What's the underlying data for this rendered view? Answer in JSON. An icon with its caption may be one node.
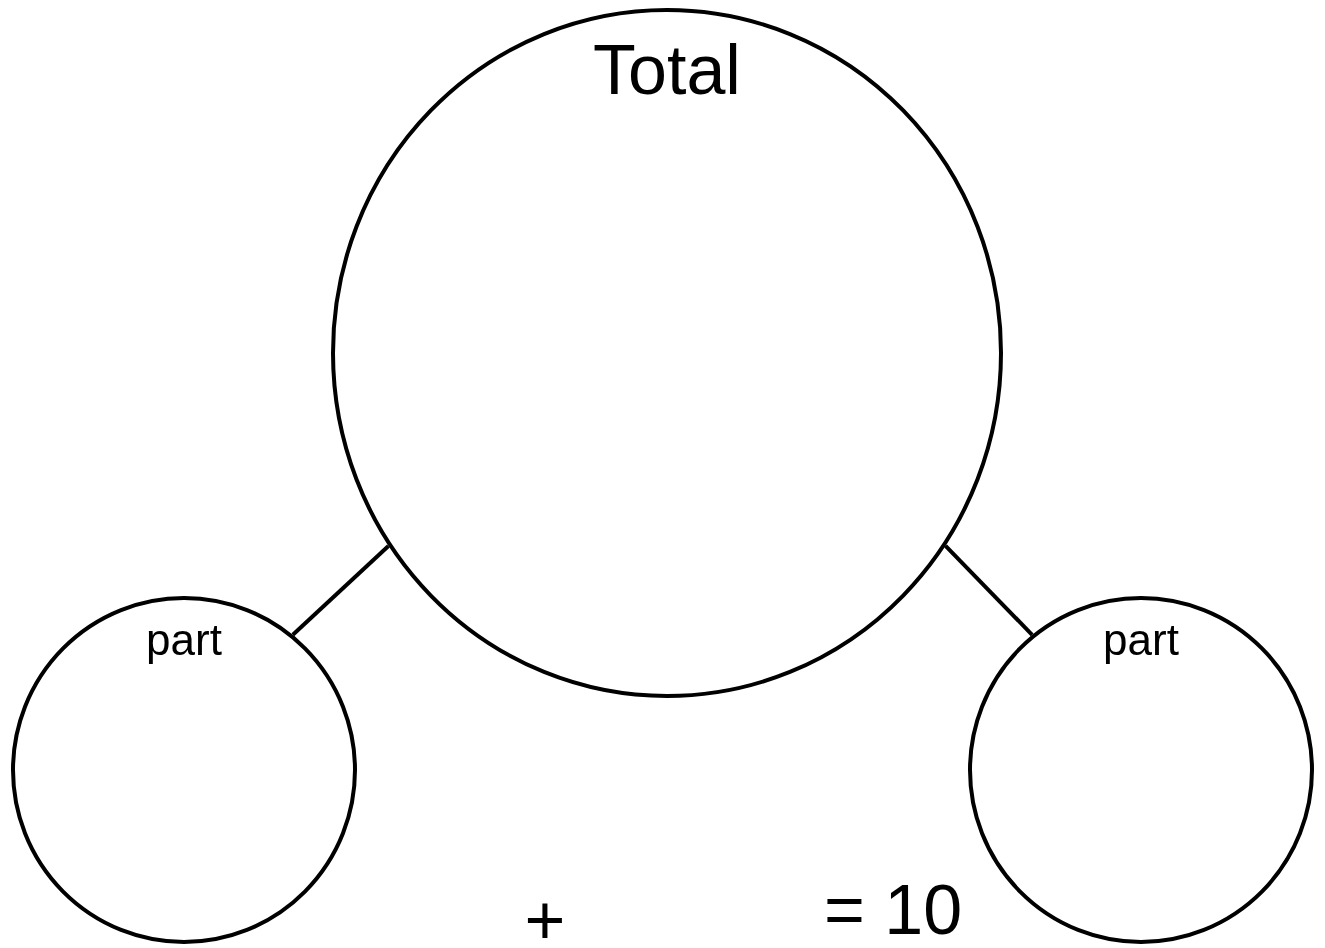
{
  "diagram": {
    "nodes": [
      {
        "text": [
          "Total"
        ]
      },
      {
        "text": [
          "part"
        ]
      },
      {
        "text": [
          "part"
        ]
      }
    ],
    "edges": [
      {
        "from": 0,
        "to": 1,
        "arrow": "none"
      },
      {
        "from": 0,
        "to": 2,
        "arrow": "none"
      }
    ],
    "labels": [
      "+",
      "= 10"
    ]
  }
}
